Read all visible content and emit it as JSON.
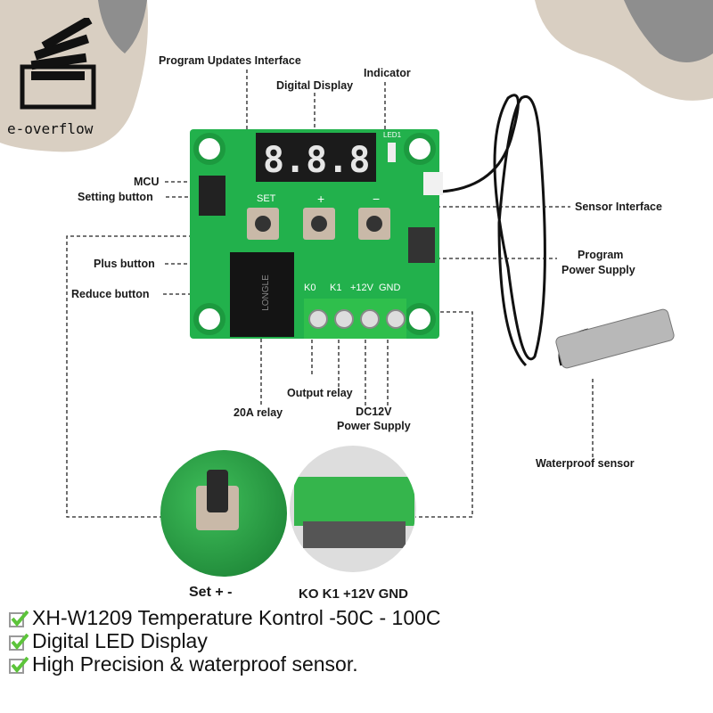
{
  "logo": {
    "text": "e-overflow"
  },
  "callouts": {
    "program_updates": "Program Updates Interface",
    "digital_display": "Digital Display",
    "indicator": "Indicator",
    "mcu": "MCU",
    "setting_button": "Setting button",
    "plus_button": "Plus button",
    "reduce_button": "Reduce button",
    "sensor_interface": "Sensor Interface",
    "program_power_1": "Program",
    "program_power_2": "Power Supply",
    "output_relay": "Output relay",
    "relay_20a": "20A relay",
    "dc12v_1": "DC12V",
    "dc12v_2": "Power Supply",
    "waterproof_sensor": "Waterproof sensor"
  },
  "board": {
    "display": "8.8.8",
    "set": "SET",
    "plus": "+",
    "minus": "−",
    "terminals": [
      "K0",
      "K1",
      "+12V",
      "GND"
    ],
    "led": "LED1",
    "relay_text": "LONGLE"
  },
  "captions": {
    "buttons": "Set  +  -",
    "terminals": "KO  K1 +12V GND"
  },
  "features": [
    "XH-W1209 Temperature Kontrol -50C - 100C",
    "Digital LED Display",
    "High Precision & waterproof sensor."
  ],
  "colors": {
    "pcb": "#22b14c",
    "check": "#5cc43a",
    "bg_shape": "#d9cfc2"
  }
}
